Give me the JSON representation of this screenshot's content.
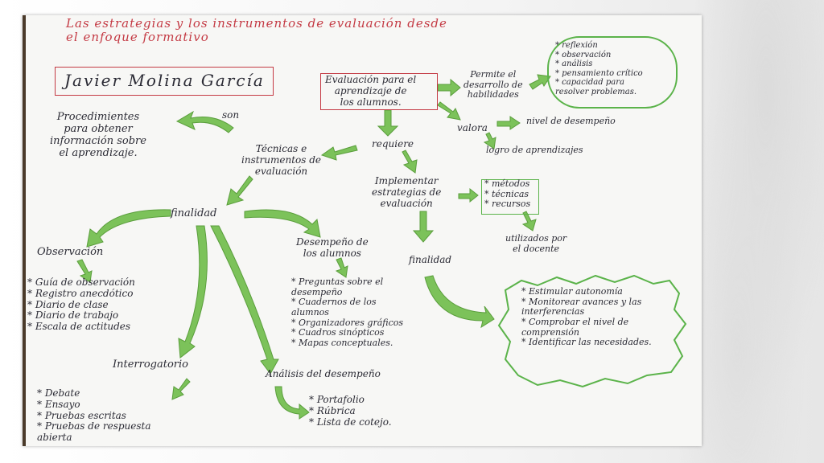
{
  "title": "Las estrategias y los instrumentos de evaluación desde\n el enfoque formativo",
  "author": "Javier Molina García",
  "nodes": {
    "procedimientos": "Procedimientes\npara obtener\ninformación sobre\nel aprendizaje.",
    "son": "son",
    "tecnicas": "Técnicas e\ninstrumentos de\nevaluación",
    "evaluacion": "Evaluación para el\naprendizaje de\nlos alumnos.",
    "permite": "Permite el\ndesarrollo de\nhabilidades",
    "habilidades": "* reflexión\n* observación\n* análisis\n* pensamiento crítico\n* capacidad para\n  resolver problemas.",
    "valora": "valora",
    "nivel": "nivel de desempeño",
    "logro": "logro de aprendizajes",
    "requiere": "requiere",
    "implementar": "Implementar\nestrategias de\nevaluación",
    "metodos": "* métodos\n* técnicas\n* recursos",
    "utilizados": "utilizados por\nel docente",
    "finalidad_right": "finalidad",
    "finalidad_center": "finalidad",
    "objetivos": "* Estimular autonomía\n* Monitorear avances y las\n  interferencias\n* Comprobar el nivel de\n  comprensión\n* Identificar las necesidades.",
    "observacion": "Observación",
    "observacion_list": "* Guía de observación\n* Registro anecdótico\n* Diario de clase\n* Diario de trabajo\n* Escala de actitudes",
    "desempeno": "Desempeño de\nlos alumnos",
    "desempeno_list": "* Preguntas sobre el\n  desempeño\n* Cuadernos de los\n  alumnos\n* Organizadores gráficos\n* Cuadros sinópticos\n* Mapas conceptuales.",
    "interrogatorio": "Interrogatorio",
    "interrogatorio_list": "* Debate\n* Ensayo\n* Pruebas  escritas\n* Pruebas  de respuesta\n  abierta",
    "analisis": "Análisis del desempeño",
    "analisis_list": "* Portafolio\n* Rúbrica\n* Lista de cotejo."
  },
  "colors": {
    "arrow": "#7cc25a",
    "ink": "#2b2b35",
    "red_ink": "#c43a44",
    "frame": "#4a3a2a"
  }
}
